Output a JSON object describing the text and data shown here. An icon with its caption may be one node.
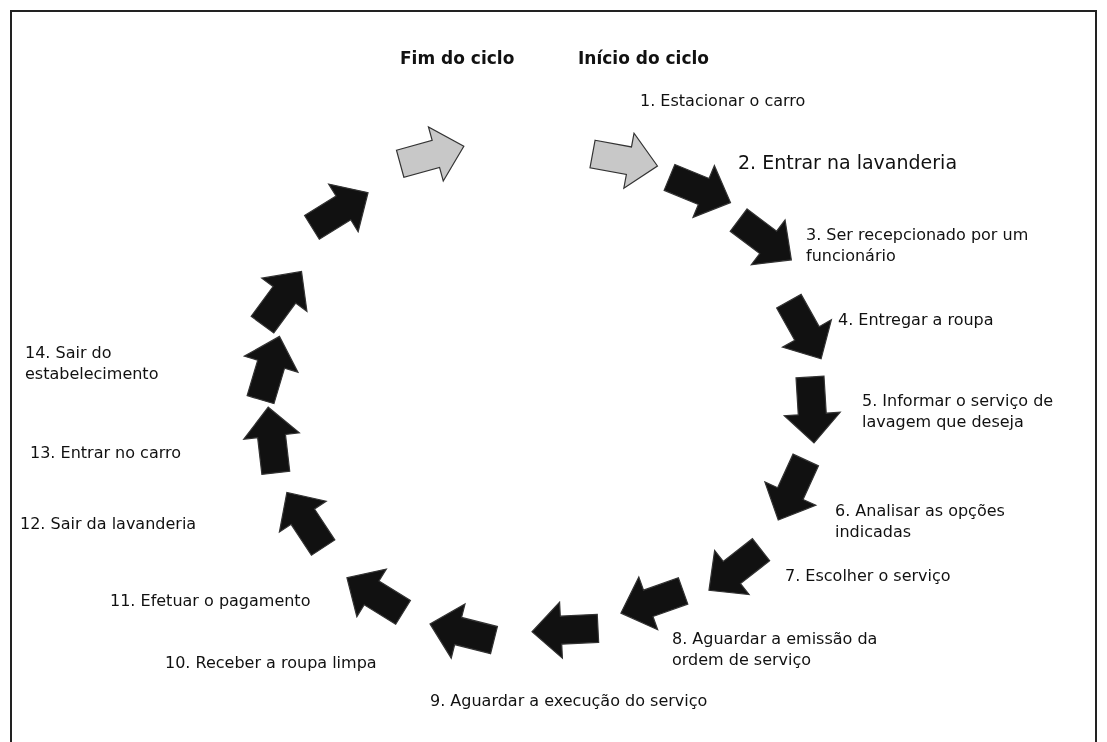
{
  "diagram": {
    "labels": [
      "Fim do ciclo",
      "Início do ciclo",
      "1. Estacionar o carro",
      "2. Entrar na lavanderia",
      "3. Ser recepcionado por um funcionário",
      "4. Entregar a roupa",
      "5. Informar o serviço de lavagem que deseja",
      "6. Analisar as opções indicadas",
      "7. Escolher o serviço",
      "8. Aguardar a emissão da ordem de serviço",
      "9. Aguardar a execução do serviço",
      "10. Receber a roupa limpa",
      "11. Efetuar o pagamento",
      "12. Sair da lavanderia",
      "13. Entrar no carro",
      "14. Sair do estabelecimento"
    ]
  }
}
